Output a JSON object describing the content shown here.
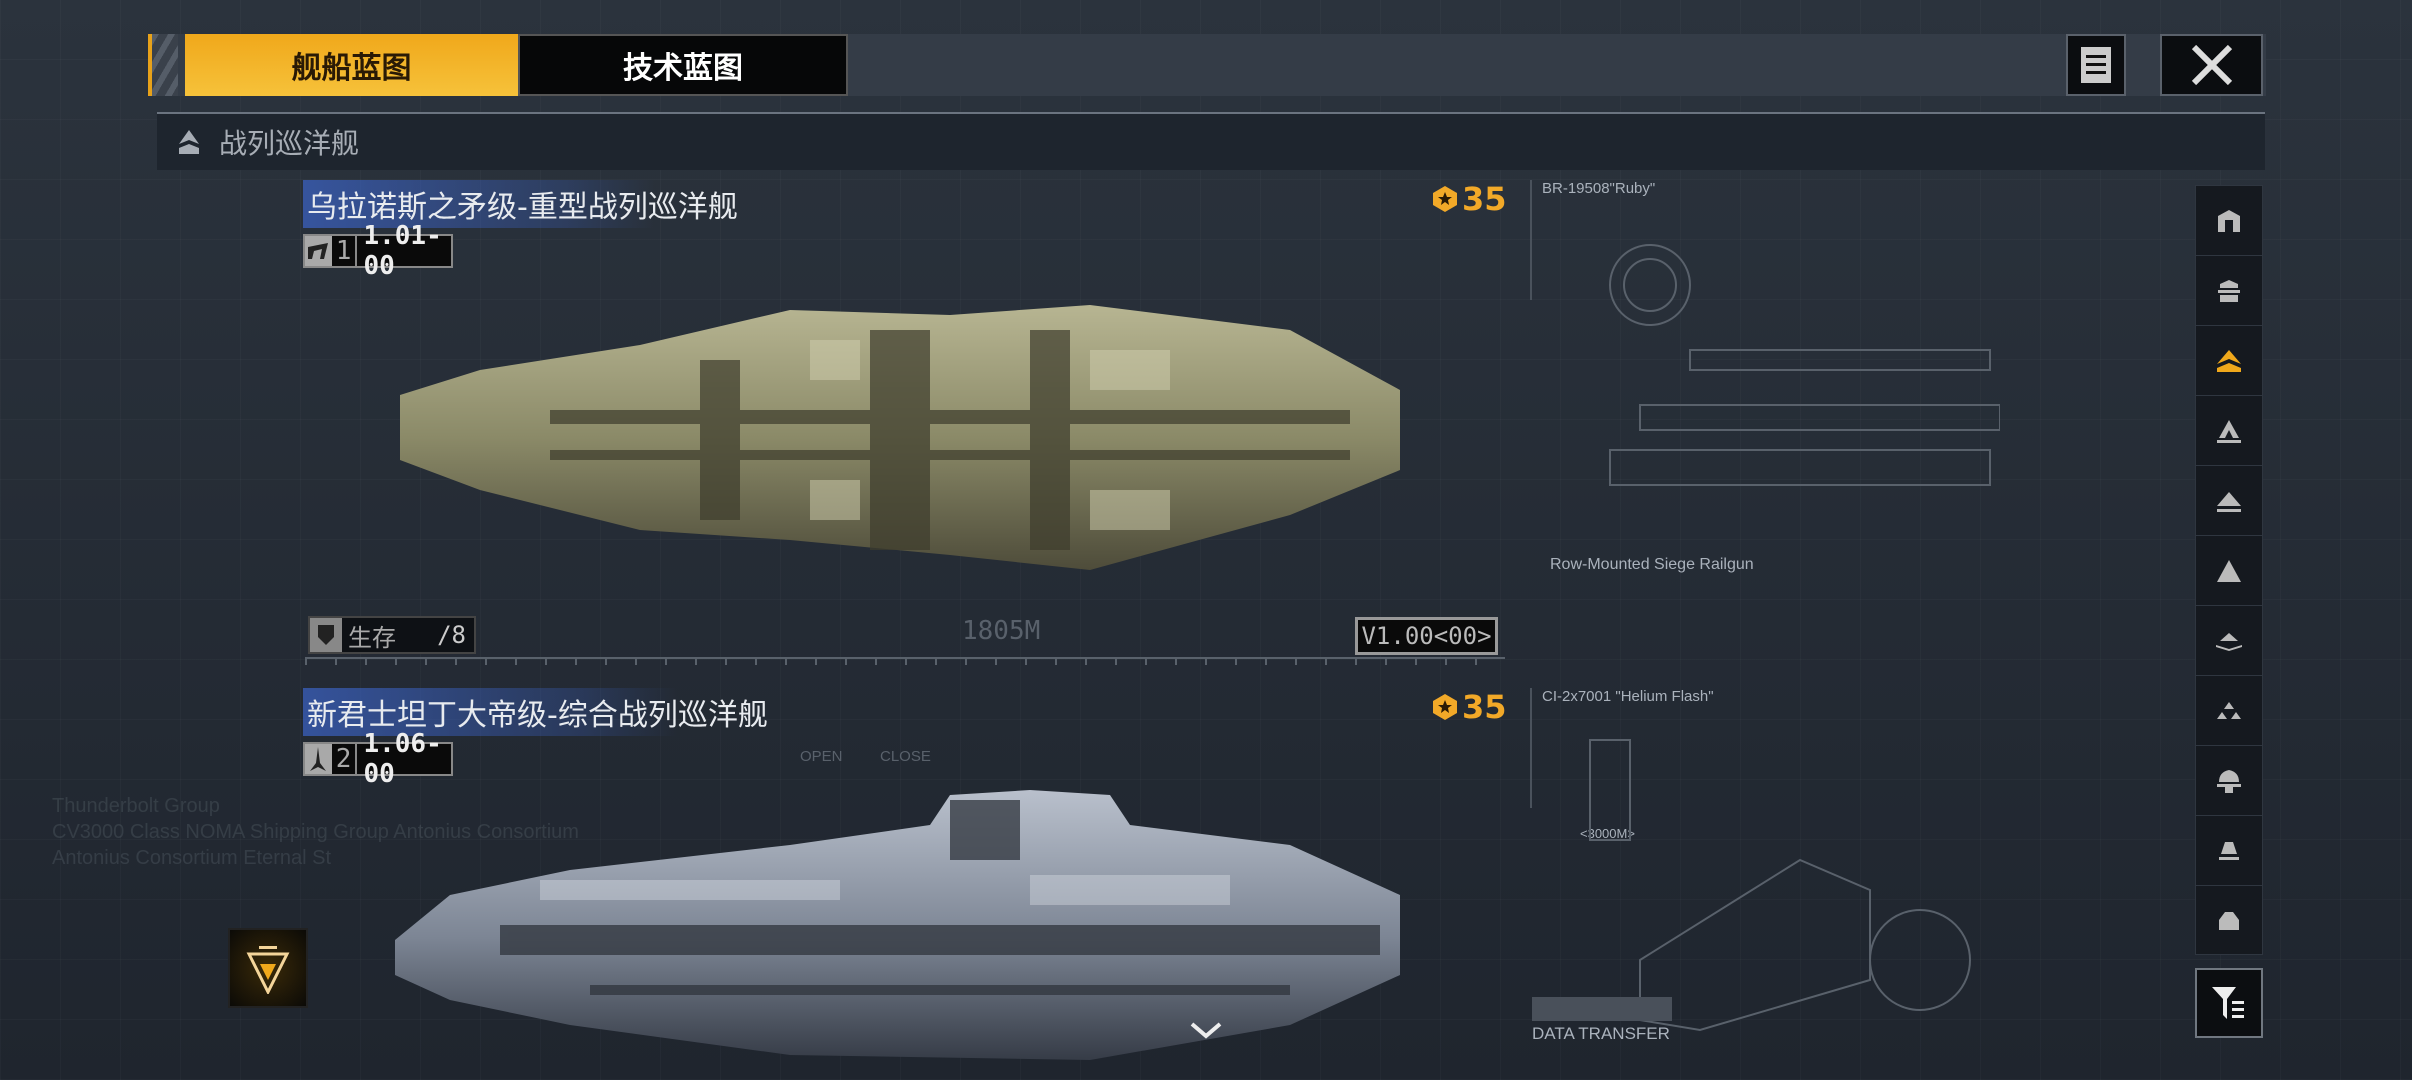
{
  "tabs": [
    {
      "label": "舰船蓝图",
      "active": true
    },
    {
      "label": "技术蓝图",
      "active": false
    }
  ],
  "header": {
    "doc_icon": "document-icon",
    "close_icon": "close-icon"
  },
  "section": {
    "title": "战列巡洋舰",
    "icon": "battlecruiser-icon"
  },
  "ships": [
    {
      "name": "乌拉诺斯之矛级-重型战列巡洋舰",
      "tier": "1",
      "version": "1.01-00",
      "cost": "35",
      "role_label": "生存",
      "role_count": "/8",
      "length": "1805M",
      "blueprint_version": "V1.00<00>",
      "weapon_code": "BR-19508\"Ruby\"",
      "weapon_name": "Row-Mounted Siege Railgun"
    },
    {
      "name": "新君士坦丁大帝级-综合战列巡洋舰",
      "tier": "2",
      "version": "1.06-00",
      "cost": "35",
      "weapon_code": "CI-2x7001 \"Helium Flash\"",
      "range": "<3000M>",
      "open_label": "OPEN",
      "close_label": "CLOSE",
      "data_transfer": "DATA TRANSFER"
    }
  ],
  "background_text": [
    "Thunderbolt Group",
    "CV3000 Class NOMA Shipping Group Antonius Consortium",
    "Antonius Consortium Eternal St"
  ],
  "sidebar": {
    "items": [
      "carrier",
      "frigate-carrier",
      "battlecruiser",
      "cruiser",
      "destroyer",
      "frigate",
      "corvette",
      "fighter-squadron",
      "auxiliary",
      "utility",
      "base"
    ],
    "active": 2,
    "filter_icon": "filter-icon"
  },
  "colors": {
    "accent": "#f0a81b",
    "panel": "#1e252e",
    "title_highlight": "#3c64c8"
  }
}
